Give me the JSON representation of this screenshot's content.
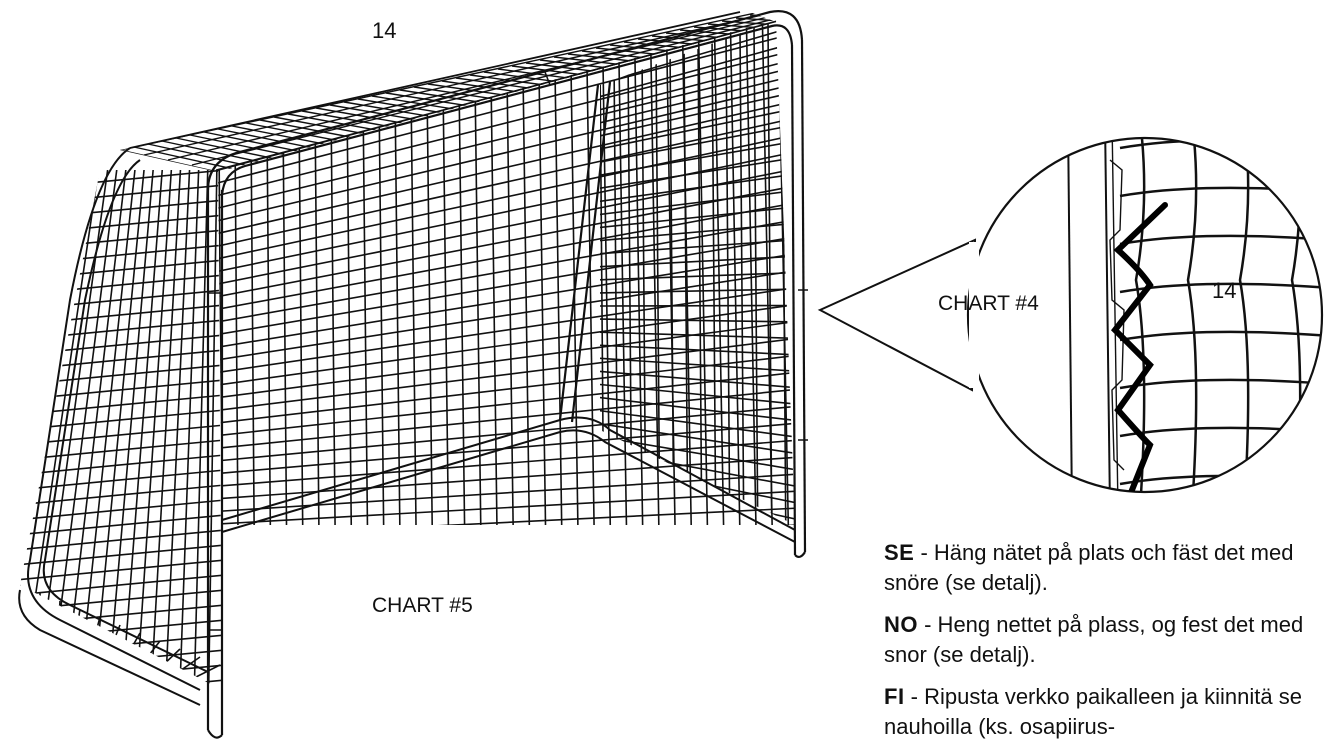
{
  "labels": {
    "part_number_top": "14",
    "part_number_detail": "14",
    "chart_detail": "CHART #4",
    "chart_main": "CHART #5"
  },
  "instructions": [
    {
      "lang": "SE",
      "text": " - Häng nätet på plats och fäst det med snöre (se detalj)."
    },
    {
      "lang": "NO",
      "text": " - Heng nettet på plass, og fest det med snor (se detalj)."
    },
    {
      "lang": "FI",
      "text": " - Ripusta verkko paikalleen ja kiinnitä se nauhoilla (ks. osapiirus-"
    }
  ],
  "icons": {
    "goal": "goal-net-illustration",
    "detail": "net-lacing-detail-magnifier"
  },
  "colors": {
    "line": "#111111",
    "background": "#ffffff"
  }
}
